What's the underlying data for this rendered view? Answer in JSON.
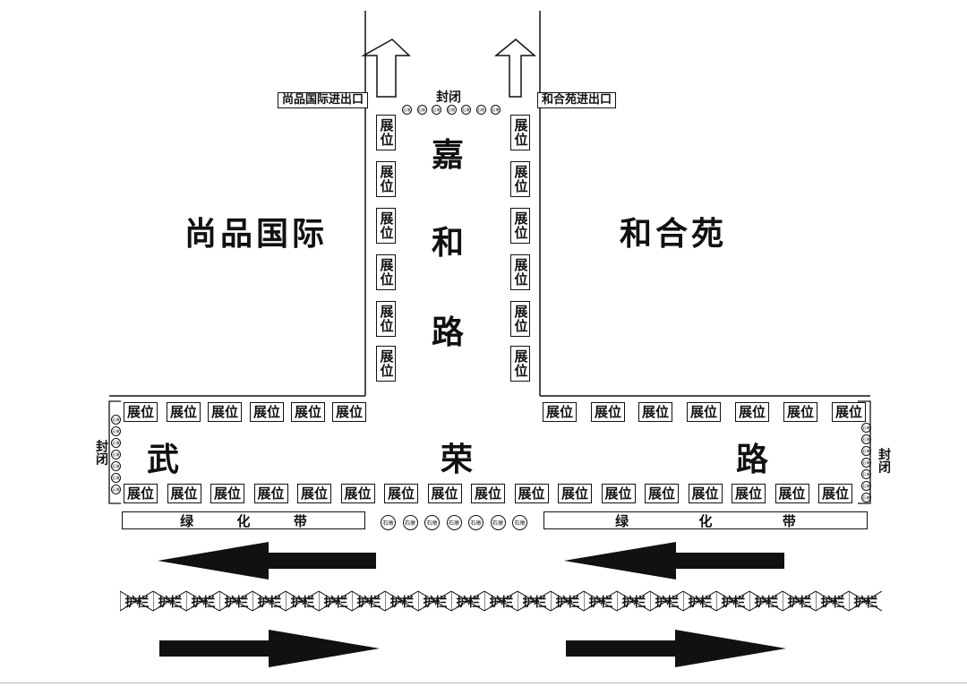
{
  "areas": {
    "left_compound": "尚品国际",
    "right_compound": "和合苑"
  },
  "roads": {
    "vertical": [
      "嘉",
      "和",
      "路"
    ],
    "horizontal": [
      "武",
      "荣",
      "路"
    ]
  },
  "exits": {
    "left": "尚品国际进出口",
    "right": "和合苑进出口"
  },
  "closed_label": "封闭",
  "closed_label_vertical": "封闭",
  "booth_label": "展位",
  "green_belt": [
    "绿",
    "化",
    "带"
  ],
  "stone_label": "石墩",
  "rail_label": "护栏",
  "colors": {
    "ink": "#111111",
    "background": "#ffffff"
  },
  "icons": {
    "exit_arrow": "up-arrow-icon",
    "traffic_left": "left-arrow-icon",
    "traffic_right": "right-arrow-icon"
  }
}
